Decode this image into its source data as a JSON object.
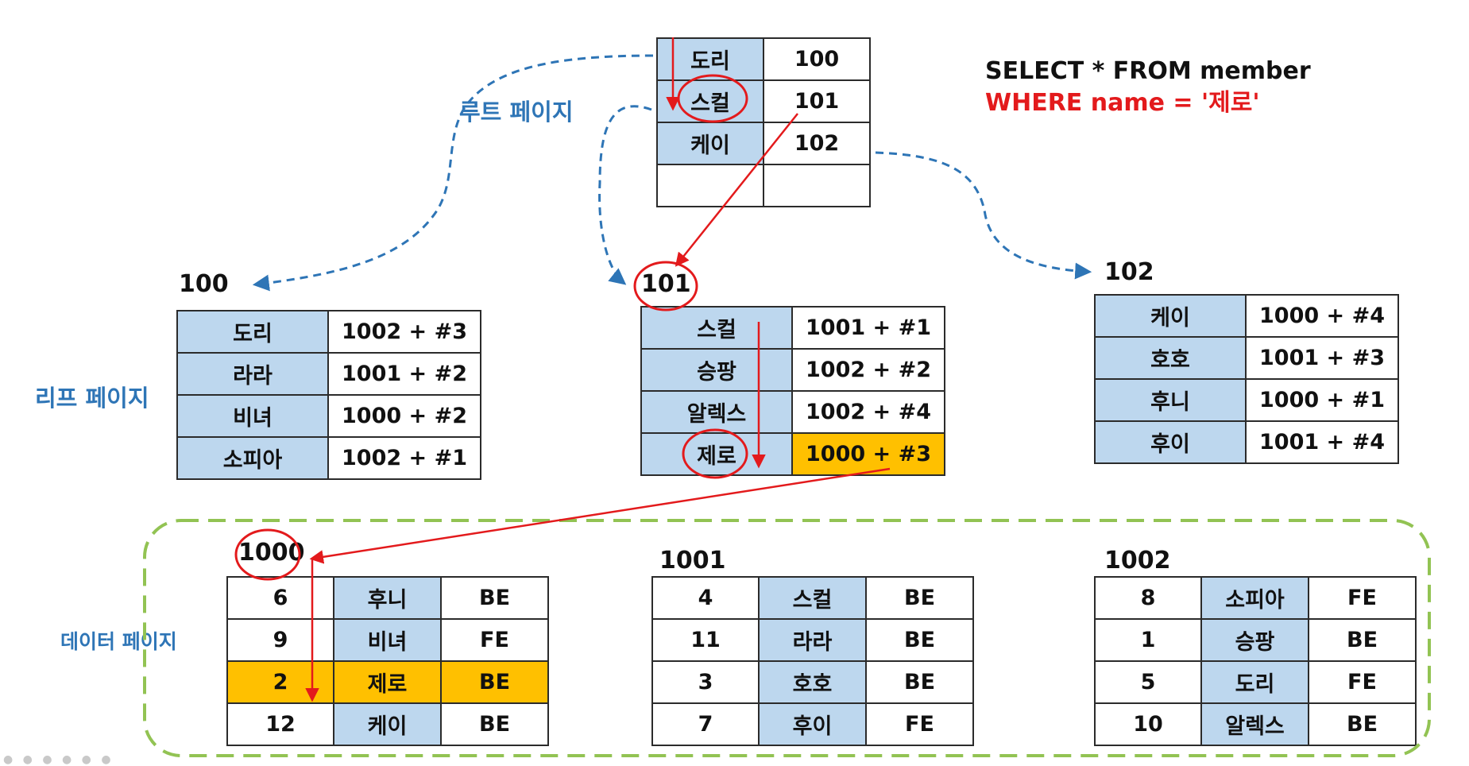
{
  "query": {
    "line1": "SELECT * FROM member",
    "line2": "WHERE name = '제로'"
  },
  "labels": {
    "root_page": "루트 페이지",
    "leaf_page": "리프 페이지",
    "data_page": "데이터 페이지"
  },
  "root": {
    "rows": [
      [
        "도리",
        "100"
      ],
      [
        "스컬",
        "101"
      ],
      [
        "케이",
        "102"
      ],
      [
        "",
        ""
      ]
    ]
  },
  "leaf_pages": [
    {
      "page": "100",
      "rows": [
        [
          "도리",
          "1002 + #3"
        ],
        [
          "라라",
          "1001 + #2"
        ],
        [
          "비녀",
          "1000 + #2"
        ],
        [
          "소피아",
          "1002 + #1"
        ]
      ]
    },
    {
      "page": "101",
      "rows": [
        [
          "스컬",
          "1001 + #1"
        ],
        [
          "승팡",
          "1002 + #2"
        ],
        [
          "알렉스",
          "1002 + #4"
        ],
        [
          "제로",
          "1000 + #3"
        ]
      ]
    },
    {
      "page": "102",
      "rows": [
        [
          "케이",
          "1000 + #4"
        ],
        [
          "호호",
          "1001 + #3"
        ],
        [
          "후니",
          "1000 + #1"
        ],
        [
          "후이",
          "1001 + #4"
        ]
      ]
    }
  ],
  "data_pages": [
    {
      "page": "1000",
      "rows": [
        [
          "6",
          "후니",
          "BE"
        ],
        [
          "9",
          "비녀",
          "FE"
        ],
        [
          "2",
          "제로",
          "BE"
        ],
        [
          "12",
          "케이",
          "BE"
        ]
      ]
    },
    {
      "page": "1001",
      "rows": [
        [
          "4",
          "스컬",
          "BE"
        ],
        [
          "11",
          "라라",
          "BE"
        ],
        [
          "3",
          "호호",
          "BE"
        ],
        [
          "7",
          "후이",
          "FE"
        ]
      ]
    },
    {
      "page": "1002",
      "rows": [
        [
          "8",
          "소피아",
          "FE"
        ],
        [
          "1",
          "승팡",
          "BE"
        ],
        [
          "5",
          "도리",
          "FE"
        ],
        [
          "10",
          "알렉스",
          "BE"
        ]
      ]
    }
  ],
  "colors": {
    "key_cell": "#bdd7ee",
    "highlight": "#ffc000",
    "search_path": "#e31a1c",
    "pointer_dashed": "#2e75b6",
    "data_area_border": "#92c353",
    "section_label": "#2e75b6"
  }
}
